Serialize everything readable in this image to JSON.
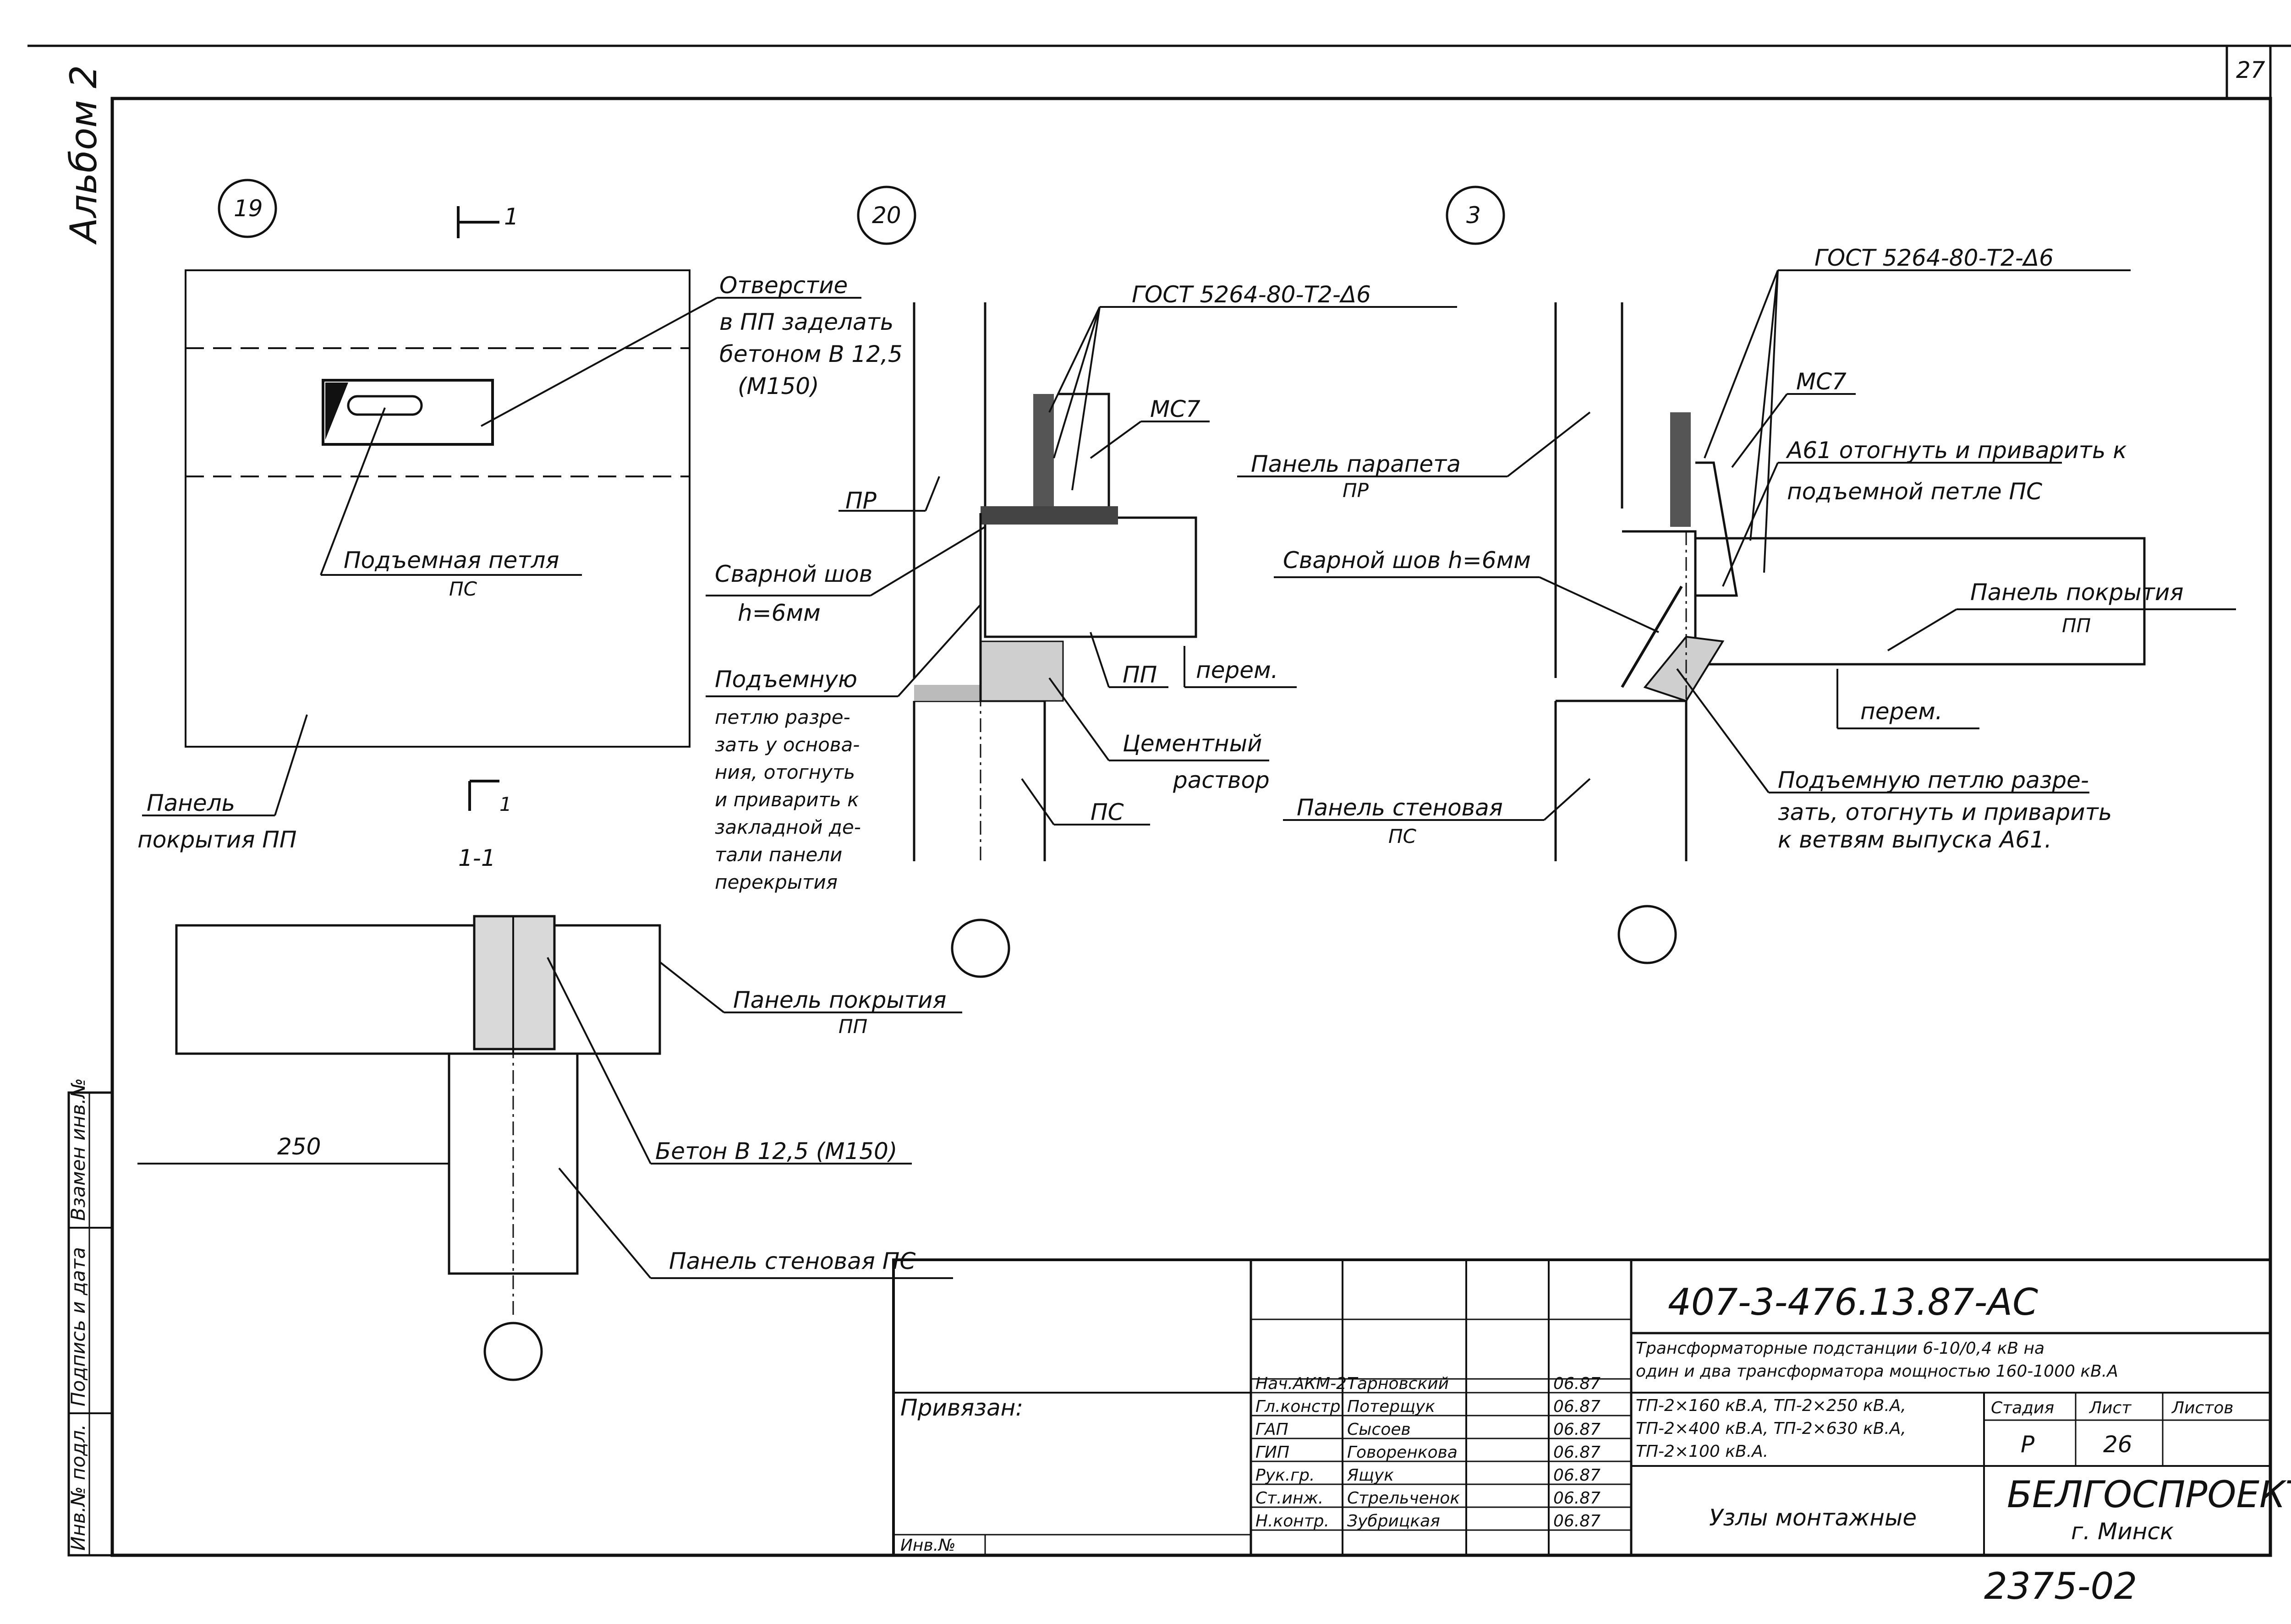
{
  "sheet": {
    "corner_number": "27",
    "album": "Альбом 2",
    "stamp_bottom": "2375-02"
  },
  "left_strip": {
    "vzam_inv": "Взамен инв.№",
    "podpis_data": "Подпись и дата",
    "inv_podl": "Инв.№ подл."
  },
  "node19": {
    "number": "19",
    "section_mark": "1",
    "opening_note": [
      "Отверстие",
      "в ПП заделать",
      "бетоном  В 12,5",
      "(М150)"
    ],
    "lifting_loop": "Подъемная петля",
    "lifting_loop_code": "ПС",
    "panel": [
      "Панель",
      "покрытия ПП"
    ]
  },
  "section11": {
    "title": "1-1",
    "roof_panel": "Панель покрытия",
    "roof_panel_code": "ПП",
    "concrete": "Бетон  В 12,5 (М150)",
    "wall_panel": "Панель стеновая ПС",
    "dim": "250"
  },
  "node20": {
    "number": "20",
    "gost": "ГОСТ 5264-80-Т2-Δ6",
    "mc": "МС7",
    "pr": "ПР",
    "weld": "Сварной шов",
    "weld_h": "h=6мм",
    "loop_note": [
      "Подъемную",
      "петлю разре-",
      "зать у основа-",
      "ния, отогнуть",
      "и приварить к",
      "закладной де-",
      "тали панели",
      "перекрытия"
    ],
    "pp": "ПП",
    "perem": "перем.",
    "mortar": [
      "Цементный",
      "раствор"
    ],
    "ps": "ПС"
  },
  "node3": {
    "number": "3",
    "gost": "ГОСТ 5264-80-Т2-Δ6",
    "mc": "МС7",
    "parapet": "Панель парапета",
    "parapet_code": "ПР",
    "weld": "Сварной шов h=6мм",
    "a61_note": [
      "А61 отогнуть и приварить к",
      "подъемной петле ПС"
    ],
    "roof_panel": "Панель покрытия",
    "roof_panel_code": "ПП",
    "perem": "перем.",
    "wall_panel": "Панель стеновая",
    "wall_panel_code": "ПС",
    "loop_note": [
      "Подъемную петлю разре-",
      "зать, отогнуть и приварить",
      "к ветвям выпуска А61."
    ]
  },
  "title_block": {
    "code": "407-3-476.13.87-АС",
    "description": [
      "Трансформаторные подстанции 6-10/0,4 кВ на",
      "один и два трансформатора мощностью 160-1000 кВ.А"
    ],
    "variants": [
      "ТП-2×160 кВ.А, ТП-2×250 кВ.А,",
      "ТП-2×400 кВ.А, ТП-2×630 кВ.А,",
      "ТП-2×100 кВ.А."
    ],
    "sheet_title": "Узлы монтажные",
    "org": "БЕЛГОСПРОЕКТ",
    "city": "г. Минск",
    "privyazan": "Привязан:",
    "inv": "Инв.№",
    "stage_label": "Стадия",
    "sheet_label": "Лист",
    "sheets_label": "Листов",
    "stage": "Р",
    "sheet": "26",
    "sheets": "",
    "people": [
      {
        "role": "Нач.АКМ-2",
        "name": "Тарновский",
        "date": "06.87"
      },
      {
        "role": "Гл.констр",
        "name": "Потерщук",
        "date": "06.87"
      },
      {
        "role": "ГАП",
        "name": "Сысоев",
        "date": "06.87"
      },
      {
        "role": "ГИП",
        "name": "Говоренкова",
        "date": "06.87"
      },
      {
        "role": "Рук.гр.",
        "name": "Ящук",
        "date": "06.87"
      },
      {
        "role": "Ст.инж.",
        "name": "Стрельченок",
        "date": "06.87"
      },
      {
        "role": "Н.контр.",
        "name": "Зубрицкая",
        "date": "06.87"
      }
    ]
  }
}
